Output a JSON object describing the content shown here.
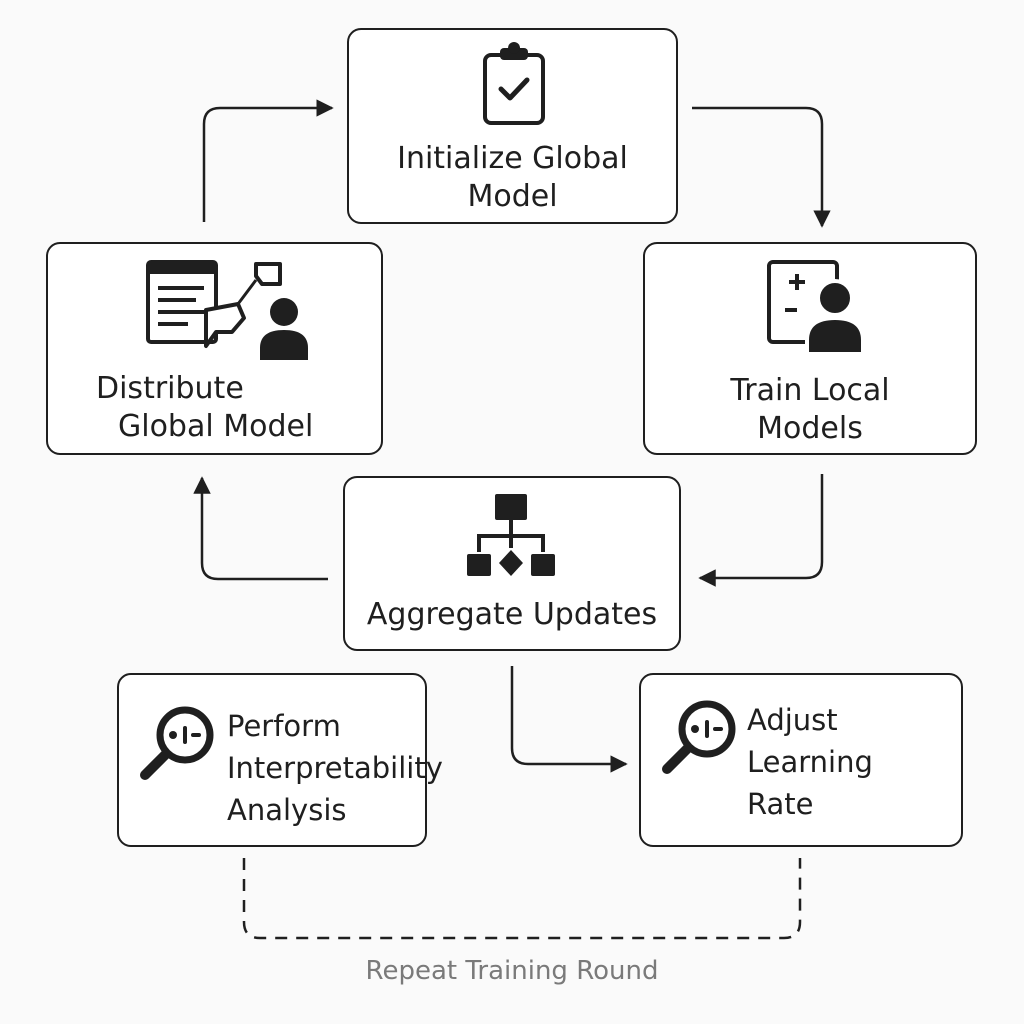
{
  "nodes": {
    "initialize": {
      "line1": "Initialize Global",
      "line2": "Model"
    },
    "train": {
      "line1": "Train Local",
      "line2": "Models"
    },
    "aggregate": {
      "line1": "Aggregate Updates"
    },
    "distribute": {
      "line1": "Distribute",
      "line2": "Global Model"
    },
    "interpret": {
      "line1": "Perform",
      "line2": "Interpretability",
      "line3": "Analysis"
    },
    "adjust": {
      "line1": "Adjust",
      "line2": "Learning",
      "line3": "Rate"
    }
  },
  "loop_label": "Repeat Training Round",
  "colors": {
    "stroke": "#1f1f1f",
    "muted": "#7a7a7a",
    "background": "#fafafa"
  }
}
